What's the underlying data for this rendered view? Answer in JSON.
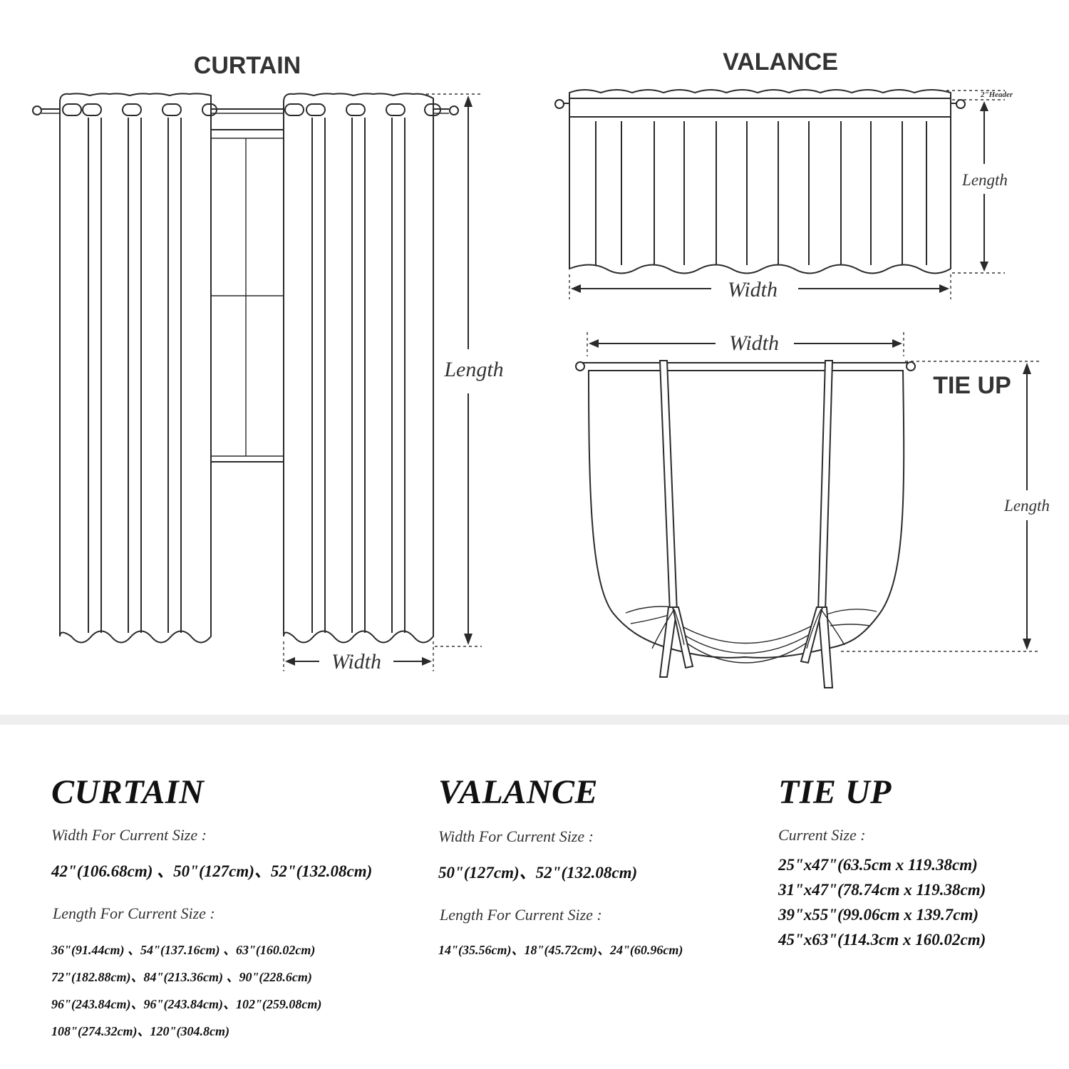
{
  "diagram": {
    "curtain_title": "CURTAIN",
    "valance_title": "VALANCE",
    "tieup_title": "TIE UP",
    "curtain_length_label": "Length",
    "curtain_width_label": "Width",
    "valance_header_label": "2\"Header",
    "valance_length_label": "Length",
    "valance_width_label": "Width",
    "tieup_width_label": "Width",
    "tieup_length_label": "Length"
  },
  "specs": {
    "curtain": {
      "title": "CURTAIN",
      "width_heading": "Width For Current Size :",
      "width_sizes": "42\"(106.68cm) 、50\"(127cm)、52\"(132.08cm)",
      "length_heading": "Length For Current Size :",
      "length_lines": [
        "36\"(91.44cm) 、54\"(137.16cm) 、63\"(160.02cm)",
        "72\"(182.88cm)、84\"(213.36cm) 、90\"(228.6cm)",
        "96\"(243.84cm)、96\"(243.84cm)、102\"(259.08cm)",
        "108\"(274.32cm)、120\"(304.8cm)"
      ]
    },
    "valance": {
      "title": "VALANCE",
      "width_heading": "Width For Current Size :",
      "width_sizes": "50\"(127cm)、52\"(132.08cm)",
      "length_heading": "Length For Current Size :",
      "length_sizes": "14\"(35.56cm)、18\"(45.72cm)、24\"(60.96cm)"
    },
    "tieup": {
      "title": "TIE UP",
      "heading": "Current Size :",
      "sizes": [
        "25\"x47\"(63.5cm x 119.38cm)",
        "31\"x47\"(78.74cm x 119.38cm)",
        "39\"x55\"(99.06cm x 139.7cm)",
        "45\"x63\"(114.3cm x 160.02cm)"
      ]
    }
  }
}
